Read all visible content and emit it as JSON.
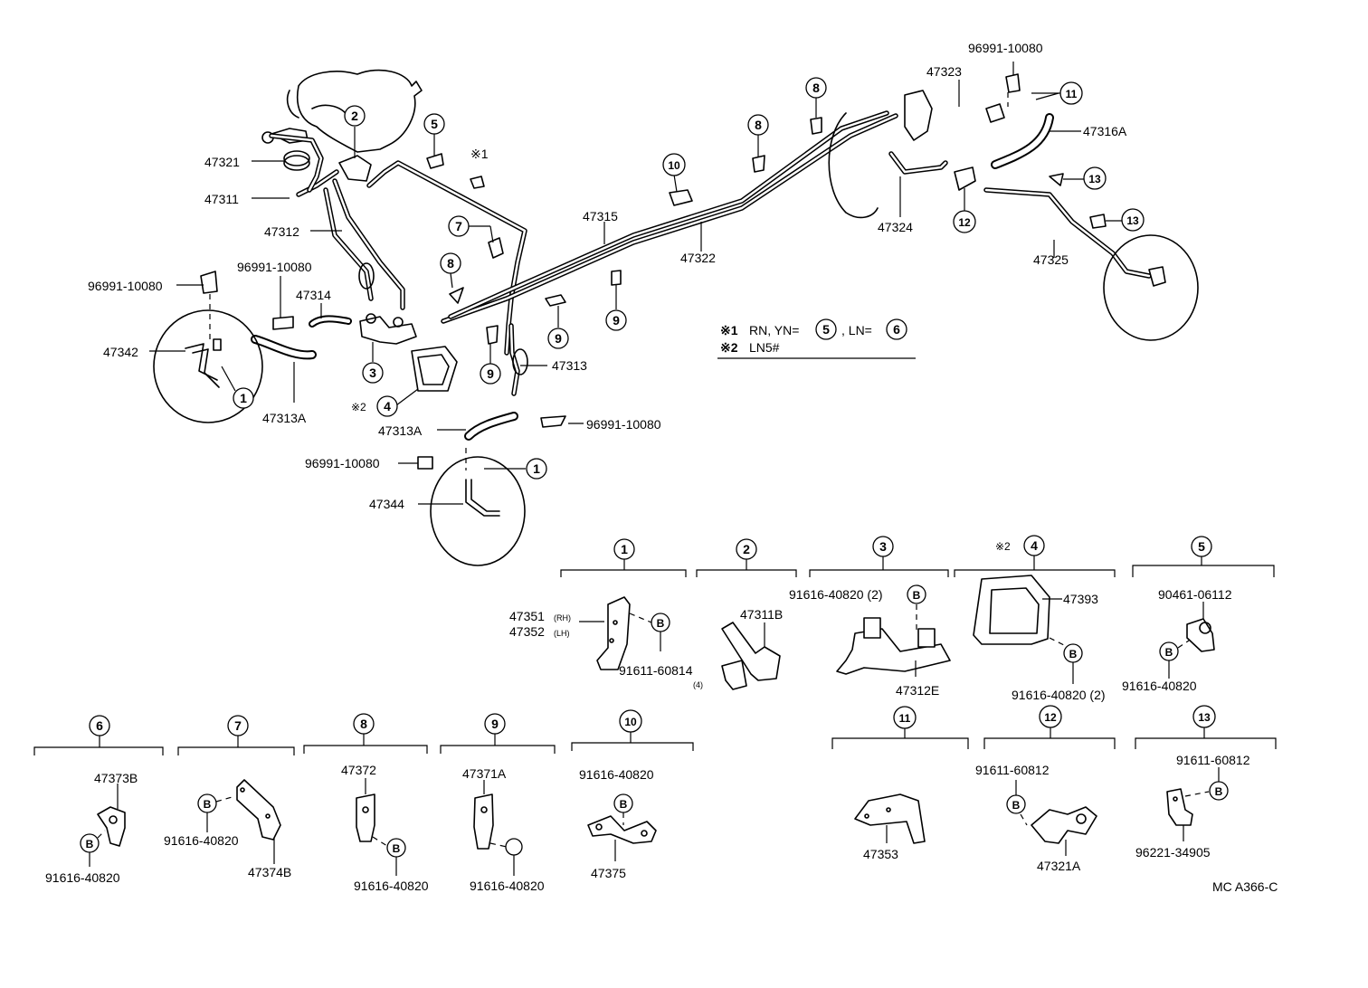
{
  "labels": {
    "p47321": "47321",
    "p47311": "47311",
    "p47312": "47312",
    "p96991_a": "96991-10080",
    "p96991_b": "96991-10080",
    "p47314": "47314",
    "p47342": "47342",
    "p47313A_a": "47313A",
    "p47315": "47315",
    "p47322": "47322",
    "p47313": "47313",
    "p47313A_b": "47313A",
    "p96991_c": "96991-10080",
    "p96991_d": "96991-10080",
    "p47344": "47344",
    "p96991_e": "96991-10080",
    "p47323": "47323",
    "p47316A": "47316A",
    "p47324": "47324",
    "p47325": "47325",
    "mark1": "※1",
    "mark2": "※2"
  },
  "note": {
    "line1_mark": "※1",
    "line1_text": "RN, YN=",
    "line1_c1": "5",
    "line1_mid": ", LN=",
    "line1_c2": "6",
    "line2_mark": "※2",
    "line2_text": "LN5#"
  },
  "callouts": [
    "1",
    "2",
    "3",
    "4",
    "5",
    "6",
    "7",
    "8",
    "9",
    "10",
    "11",
    "12",
    "13"
  ],
  "b_marker": "B",
  "details": {
    "d1": {
      "num": "1",
      "p1": "47351",
      "p1s": "(RH)",
      "p2": "47352",
      "p2s": "(LH)",
      "p3": "91611-60814",
      "p3s": "(4)"
    },
    "d2": {
      "num": "2",
      "p1": "47311B"
    },
    "d3": {
      "num": "3",
      "p1": "91616-40820 (2)",
      "p2": "47312E"
    },
    "d4": {
      "num": "4",
      "mark": "※2",
      "p1": "47393",
      "p2": "91616-40820 (2)"
    },
    "d5": {
      "num": "5",
      "p1": "90461-06112",
      "p2": "91616-40820"
    },
    "d6": {
      "num": "6",
      "p1": "47373B",
      "p2": "91616-40820"
    },
    "d7": {
      "num": "7",
      "p1": "91616-40820",
      "p2": "47374B"
    },
    "d8": {
      "num": "8",
      "p1": "47372",
      "p2": "91616-40820"
    },
    "d9": {
      "num": "9",
      "p1": "47371A",
      "p2": "91616-40820"
    },
    "d10": {
      "num": "10",
      "p1": "91616-40820",
      "p2": "47375"
    },
    "d11": {
      "num": "11",
      "p1": "47353"
    },
    "d12": {
      "num": "12",
      "p1": "91611-60812",
      "p2": "47321A"
    },
    "d13": {
      "num": "13",
      "p1": "91611-60812",
      "p2": "96221-34905"
    }
  },
  "footer_code": "MC A366-C"
}
